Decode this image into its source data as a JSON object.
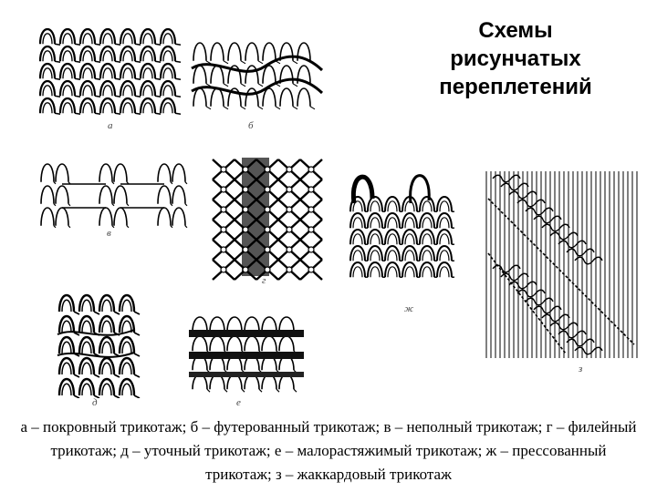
{
  "title": [
    "Схемы",
    "рисунчатых",
    "переплетений"
  ],
  "panels": [
    {
      "id": "a",
      "tag": "а"
    },
    {
      "id": "b",
      "tag": "б"
    },
    {
      "id": "v",
      "tag": "в"
    },
    {
      "id": "g",
      "tag": "г"
    },
    {
      "id": "zh",
      "tag": "ж"
    },
    {
      "id": "z",
      "tag": "з"
    },
    {
      "id": "d",
      "tag": "д"
    },
    {
      "id": "e",
      "tag": "е"
    }
  ],
  "caption": "а – покровный трикотаж; б – футерованный трикотаж; в – неполный трикотаж; г – филейный трикотаж; д – уточный трикотаж; е – малорастяжимый трикотаж; ж – прессованный трикотаж; з – жаккардовый трикотаж"
}
